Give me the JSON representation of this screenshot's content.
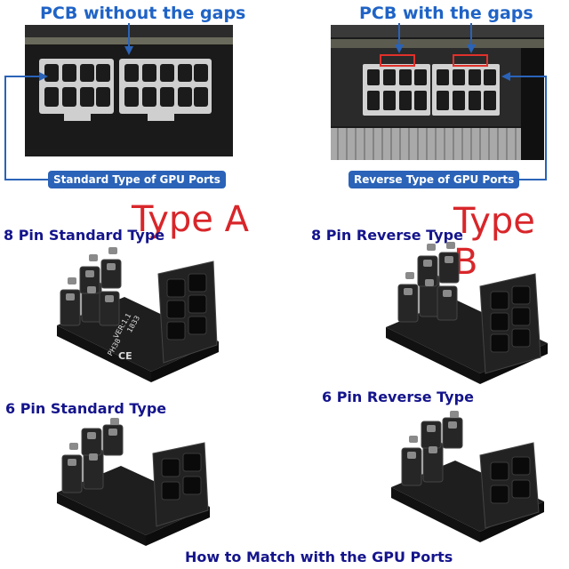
{
  "top_left": {
    "heading": "PCB without the gaps",
    "port_label": "Standard Type of GPU Ports"
  },
  "top_right": {
    "heading": "PCB with the gaps",
    "port_label": "Reverse Type of GPU Ports"
  },
  "type_a": "Type A",
  "type_b": "Type B",
  "adapters": {
    "pin8_standard": "8 Pin Standard Type",
    "pin8_reverse": "8 Pin Reverse Type",
    "pin6_standard": "6 Pin Standard Type",
    "pin6_reverse": "6 Pin Reverse Type"
  },
  "pcb_marking": {
    "model": "PH38",
    "version": "VER:1.1",
    "date": "1833",
    "ce": "CE"
  },
  "footer": "How to Match with the GPU Ports",
  "colors": {
    "heading_blue": "#1f63c6",
    "label_navy": "#14148c",
    "type_red": "#d8262a",
    "pill_blue": "#2a63b8",
    "gap_highlight": "#e0302a"
  }
}
